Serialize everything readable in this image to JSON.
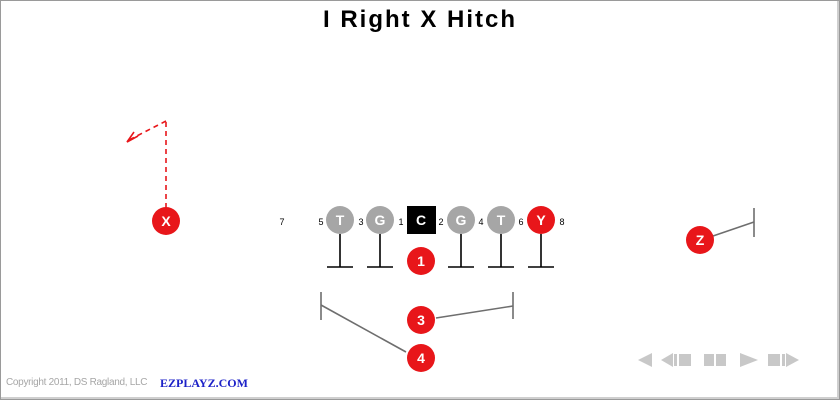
{
  "title": "I Right X Hitch",
  "players": {
    "left_tackle": "T",
    "left_guard": "G",
    "center": "C",
    "right_guard": "G",
    "right_tackle": "T",
    "tight_end": "Y",
    "split_end": "X",
    "flanker": "Z",
    "back_1": "1",
    "back_3": "3",
    "back_4": "4"
  },
  "gap_numbers": {
    "g7": "7",
    "g5": "5",
    "g3": "3",
    "g1": "1",
    "g2": "2",
    "g4": "4",
    "g6": "6",
    "g8": "8"
  },
  "colors": {
    "lineman": "#a6a6a6",
    "center": "#000000",
    "skill": "#e8161a",
    "route": "#6e6e6e",
    "motion_route": "#e8161a",
    "controls": "#c8c8c8"
  },
  "playback_controls": [
    "rewind-icon",
    "step-back-icon",
    "pause-icon",
    "play-icon",
    "step-forward-icon"
  ],
  "footer": {
    "copyright": "Copyright 2011, DS Ragland, LLC",
    "brand": "EZPLAYZ.COM"
  }
}
